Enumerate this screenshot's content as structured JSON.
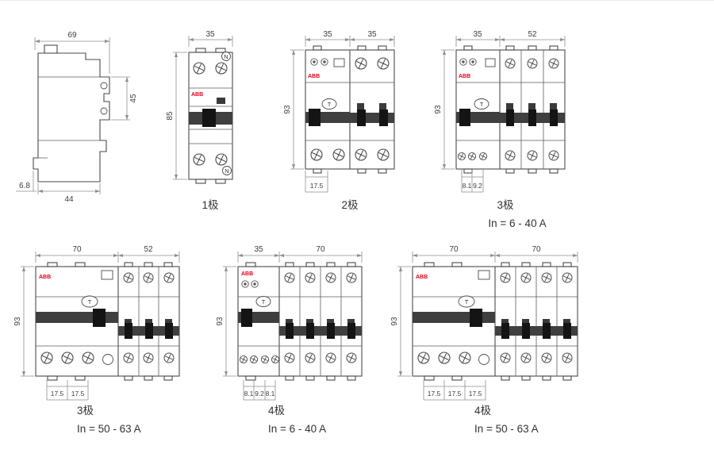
{
  "brand": "ABB",
  "marks": {
    "neutral": "N",
    "test": "T"
  },
  "colors": {
    "brand_red": "#e2001a",
    "line": "#4a4a4a",
    "dim": "#8f8f8f",
    "band": "#3f3f3f"
  },
  "figures": {
    "side_view": {
      "dim_top": "69",
      "dim_right": "45",
      "dim_bottom": "44",
      "dim_clip": "6.8"
    },
    "pole1": {
      "caption": "1极",
      "dim_width": "35",
      "dim_height": "85"
    },
    "pole2": {
      "caption": "2极",
      "dim_width_left": "35",
      "dim_width_right": "35",
      "dim_height": "93",
      "dim_pitch": "17.5"
    },
    "pole3_6_40": {
      "caption": "3极",
      "rating": "In = 6 - 40 A",
      "dim_width_left": "35",
      "dim_width_right": "52",
      "dim_height": "93",
      "dim_pitch_1": "8.1",
      "dim_pitch_2": "9.2"
    },
    "pole3_50_63": {
      "caption": "3极",
      "rating": "In = 50 - 63 A",
      "dim_width_left": "70",
      "dim_width_right": "52",
      "dim_height": "93",
      "dim_pitch_1": "17.5",
      "dim_pitch_2": "17.5"
    },
    "pole4_6_40": {
      "caption": "4极",
      "rating": "In = 6 - 40 A",
      "dim_width_left": "35",
      "dim_width_right": "70",
      "dim_height": "93",
      "dim_pitch_1": "8.1",
      "dim_pitch_2": "9.2",
      "dim_pitch_3": "8.1"
    },
    "pole4_50_63": {
      "caption": "4极",
      "rating": "In = 50 - 63 A",
      "dim_width_left": "70",
      "dim_width_right": "70",
      "dim_height": "93",
      "dim_pitch_1": "17.5",
      "dim_pitch_2": "17.5",
      "dim_pitch_3": "17.5"
    }
  }
}
